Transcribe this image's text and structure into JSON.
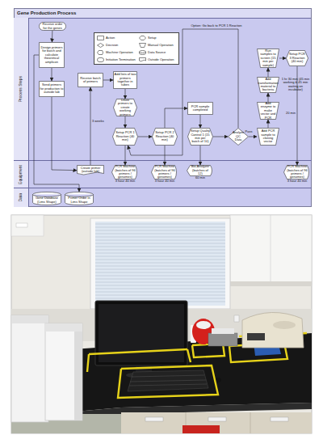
{
  "diagram": {
    "title": "Gene Production Process",
    "nodes": [
      {
        "text": [
          "Process Steps"
        ]
      },
      {
        "text": [
          "Receive order for the genes"
        ],
        "in": 0
      },
      {
        "text": [
          "Design primers for batch and calculate theoretical amplicon"
        ],
        "in": 0
      },
      {
        "text": [
          "Send primers for production to outside lab"
        ],
        "in": 0
      },
      {
        "text": [
          "Receive batch of primers"
        ],
        "in": 0
      },
      {
        "text": [
          "Add lists of two primers together in tubes"
        ],
        "in": 0
      },
      {
        "text": [
          "Dilute primers to create working primers"
        ],
        "in": 0
      },
      {
        "text": [
          "Setup PCR 1 Reaction (40 min)"
        ],
        "in": 0
      },
      {
        "text": [
          "Setup PCR 2 Reaction (40 min)"
        ],
        "in": 0
      },
      {
        "text": [
          "PCR sample completed"
        ],
        "in": 0
      },
      {
        "text": [
          "Setup Quality Control 1 (15 min per batch of 10)"
        ],
        "in": 0
      },
      {
        "text": [
          "Analyze QC Data"
        ],
        "in": 0
      },
      {
        "text": [
          "Run samples to screen (15 min per sample)"
        ],
        "in": 0
      },
      {
        "text": [
          "Setup PCR 3 Reaction (40 min)"
        ],
        "in": 0
      },
      {
        "text": [
          "Add transformation material to bacteria"
        ],
        "in": 0
      },
      {
        "text": [
          "Add enzyme to make vector and PCR"
        ],
        "in": 0
      },
      {
        "text": [
          "Add PCR sample to cloning vector"
        ],
        "in": 0
      },
      {
        "text": [
          "Equipment"
        ]
      },
      {
        "text": [
          "Create primer (outside lab)"
        ],
        "in": 17
      },
      {
        "text": [
          "PCR Machine (batches of 96 primers / genomes)"
        ],
        "in": 17
      },
      {
        "text": [
          "PCR Machine (batches of 96 primers / genomes)"
        ],
        "in": 17
      },
      {
        "text": [
          "Bio-Analyzer (batches of 12)"
        ],
        "in": 17
      },
      {
        "text": [
          "PCR Machine (batches of 96 primers / genomes)"
        ],
        "in": 17
      },
      {
        "text": [
          "Data"
        ]
      },
      {
        "text": [
          "Gene Database (Lims Shape)"
        ],
        "in": 23
      },
      {
        "text": [
          "Primer Order in Lims Shape"
        ],
        "in": 23
      }
    ],
    "edges": [
      {
        "from": 1,
        "to": 2,
        "arrow": "to"
      },
      {
        "from": 2,
        "to": 3,
        "arrow": "to"
      },
      {
        "from": 3,
        "to": 18,
        "arrow": "to"
      },
      {
        "from": 18,
        "to": 4,
        "label": "3 weeks",
        "arrow": "to"
      },
      {
        "from": 4,
        "to": 5,
        "arrow": "to"
      },
      {
        "from": 5,
        "to": 6,
        "arrow": "to"
      },
      {
        "from": 6,
        "to": 7,
        "arrow": "to"
      },
      {
        "from": 7,
        "to": 19,
        "arrow": "to"
      },
      {
        "from": 7,
        "to": 8,
        "arrow": "to"
      },
      {
        "from": 8,
        "to": 20,
        "arrow": "to"
      },
      {
        "from": 8,
        "to": 9,
        "arrow": "to"
      },
      {
        "from": 9,
        "to": 10,
        "arrow": "to"
      },
      {
        "from": 10,
        "to": 21,
        "arrow": "to"
      },
      {
        "from": 10,
        "to": 11,
        "arrow": "to"
      },
      {
        "from": 11,
        "to": 16,
        "label": "Pass",
        "arrow": "to"
      },
      {
        "from": 16,
        "to": 15,
        "arrow": "to"
      },
      {
        "from": 15,
        "to": 14,
        "arrow": "to"
      },
      {
        "from": 14,
        "to": 12,
        "arrow": "to"
      },
      {
        "from": 12,
        "to": 13,
        "arrow": "to"
      },
      {
        "from": 13,
        "to": 22,
        "arrow": "to"
      },
      {
        "from": 11,
        "to": 7,
        "label": "Option: Go back to PCR 1 Reaction",
        "arrow": "to"
      },
      {
        "from": 2,
        "to": 25,
        "arrow": "to"
      }
    ],
    "labels": [
      "3 hour 40 min",
      "3 hour 40 min",
      "60 min",
      "3 hour 40 min",
      "1 hr 30 min (45 min working & 45 min waiting on incubator)",
      "20 min"
    ],
    "legend": [
      {
        "text": "Action"
      },
      {
        "text": "Decision"
      },
      {
        "text": "Machine Operation"
      },
      {
        "text": "Initiation Termination"
      },
      {
        "text": "Setup"
      },
      {
        "text": "Manual Operation"
      },
      {
        "text": "Data Source"
      },
      {
        "text": "Outside Operation"
      }
    ]
  }
}
